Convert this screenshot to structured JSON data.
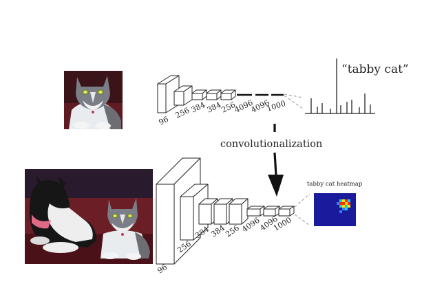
{
  "top_network": {
    "layer_labels": [
      "96",
      "256",
      "384",
      "384",
      "256",
      "4096",
      "4096",
      "1000"
    ],
    "output_label": "“tabby cat”"
  },
  "middle_caption": "convolutionalization",
  "bottom_network": {
    "layer_labels": [
      "96",
      "256",
      "384",
      "384",
      "256",
      "4096",
      "4096",
      "1000"
    ],
    "heatmap_label": "tabby cat heatmap"
  },
  "colors": {
    "box_stroke": "#222222",
    "heatmap_background": "#1a1a9c",
    "heatmap_hot": "#ff2a00",
    "heatmap_warm": "#f5e600",
    "heatmap_cool": "#21c9f0"
  }
}
